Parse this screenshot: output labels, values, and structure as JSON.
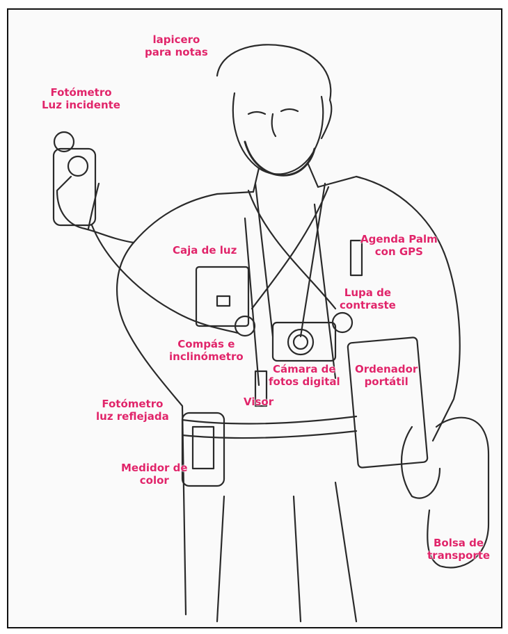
{
  "colors": {
    "label": "#e0256a",
    "border": "#111111",
    "paper": "#fafafa",
    "ink": "#2a2a2a"
  },
  "labels": {
    "lapicero": [
      "lapicero",
      "para notas"
    ],
    "fotometro_incidente": [
      "Fotómetro",
      "Luz incidente"
    ],
    "caja_luz": [
      "Caja de luz"
    ],
    "agenda": [
      "Agenda Palm",
      "con GPS"
    ],
    "lupa": [
      "Lupa de",
      "contraste"
    ],
    "compas": [
      "Compás e",
      "inclinómetro"
    ],
    "camara": [
      "Cámara de",
      "fotos digital"
    ],
    "ordenador": [
      "Ordenador",
      "portátil"
    ],
    "visor": [
      "Visor"
    ],
    "fotometro_reflejada": [
      "Fotómetro",
      "luz reflejada"
    ],
    "medidor": [
      "Medidor de",
      "color"
    ],
    "bolsa": [
      "Bolsa de",
      "transporte"
    ]
  }
}
